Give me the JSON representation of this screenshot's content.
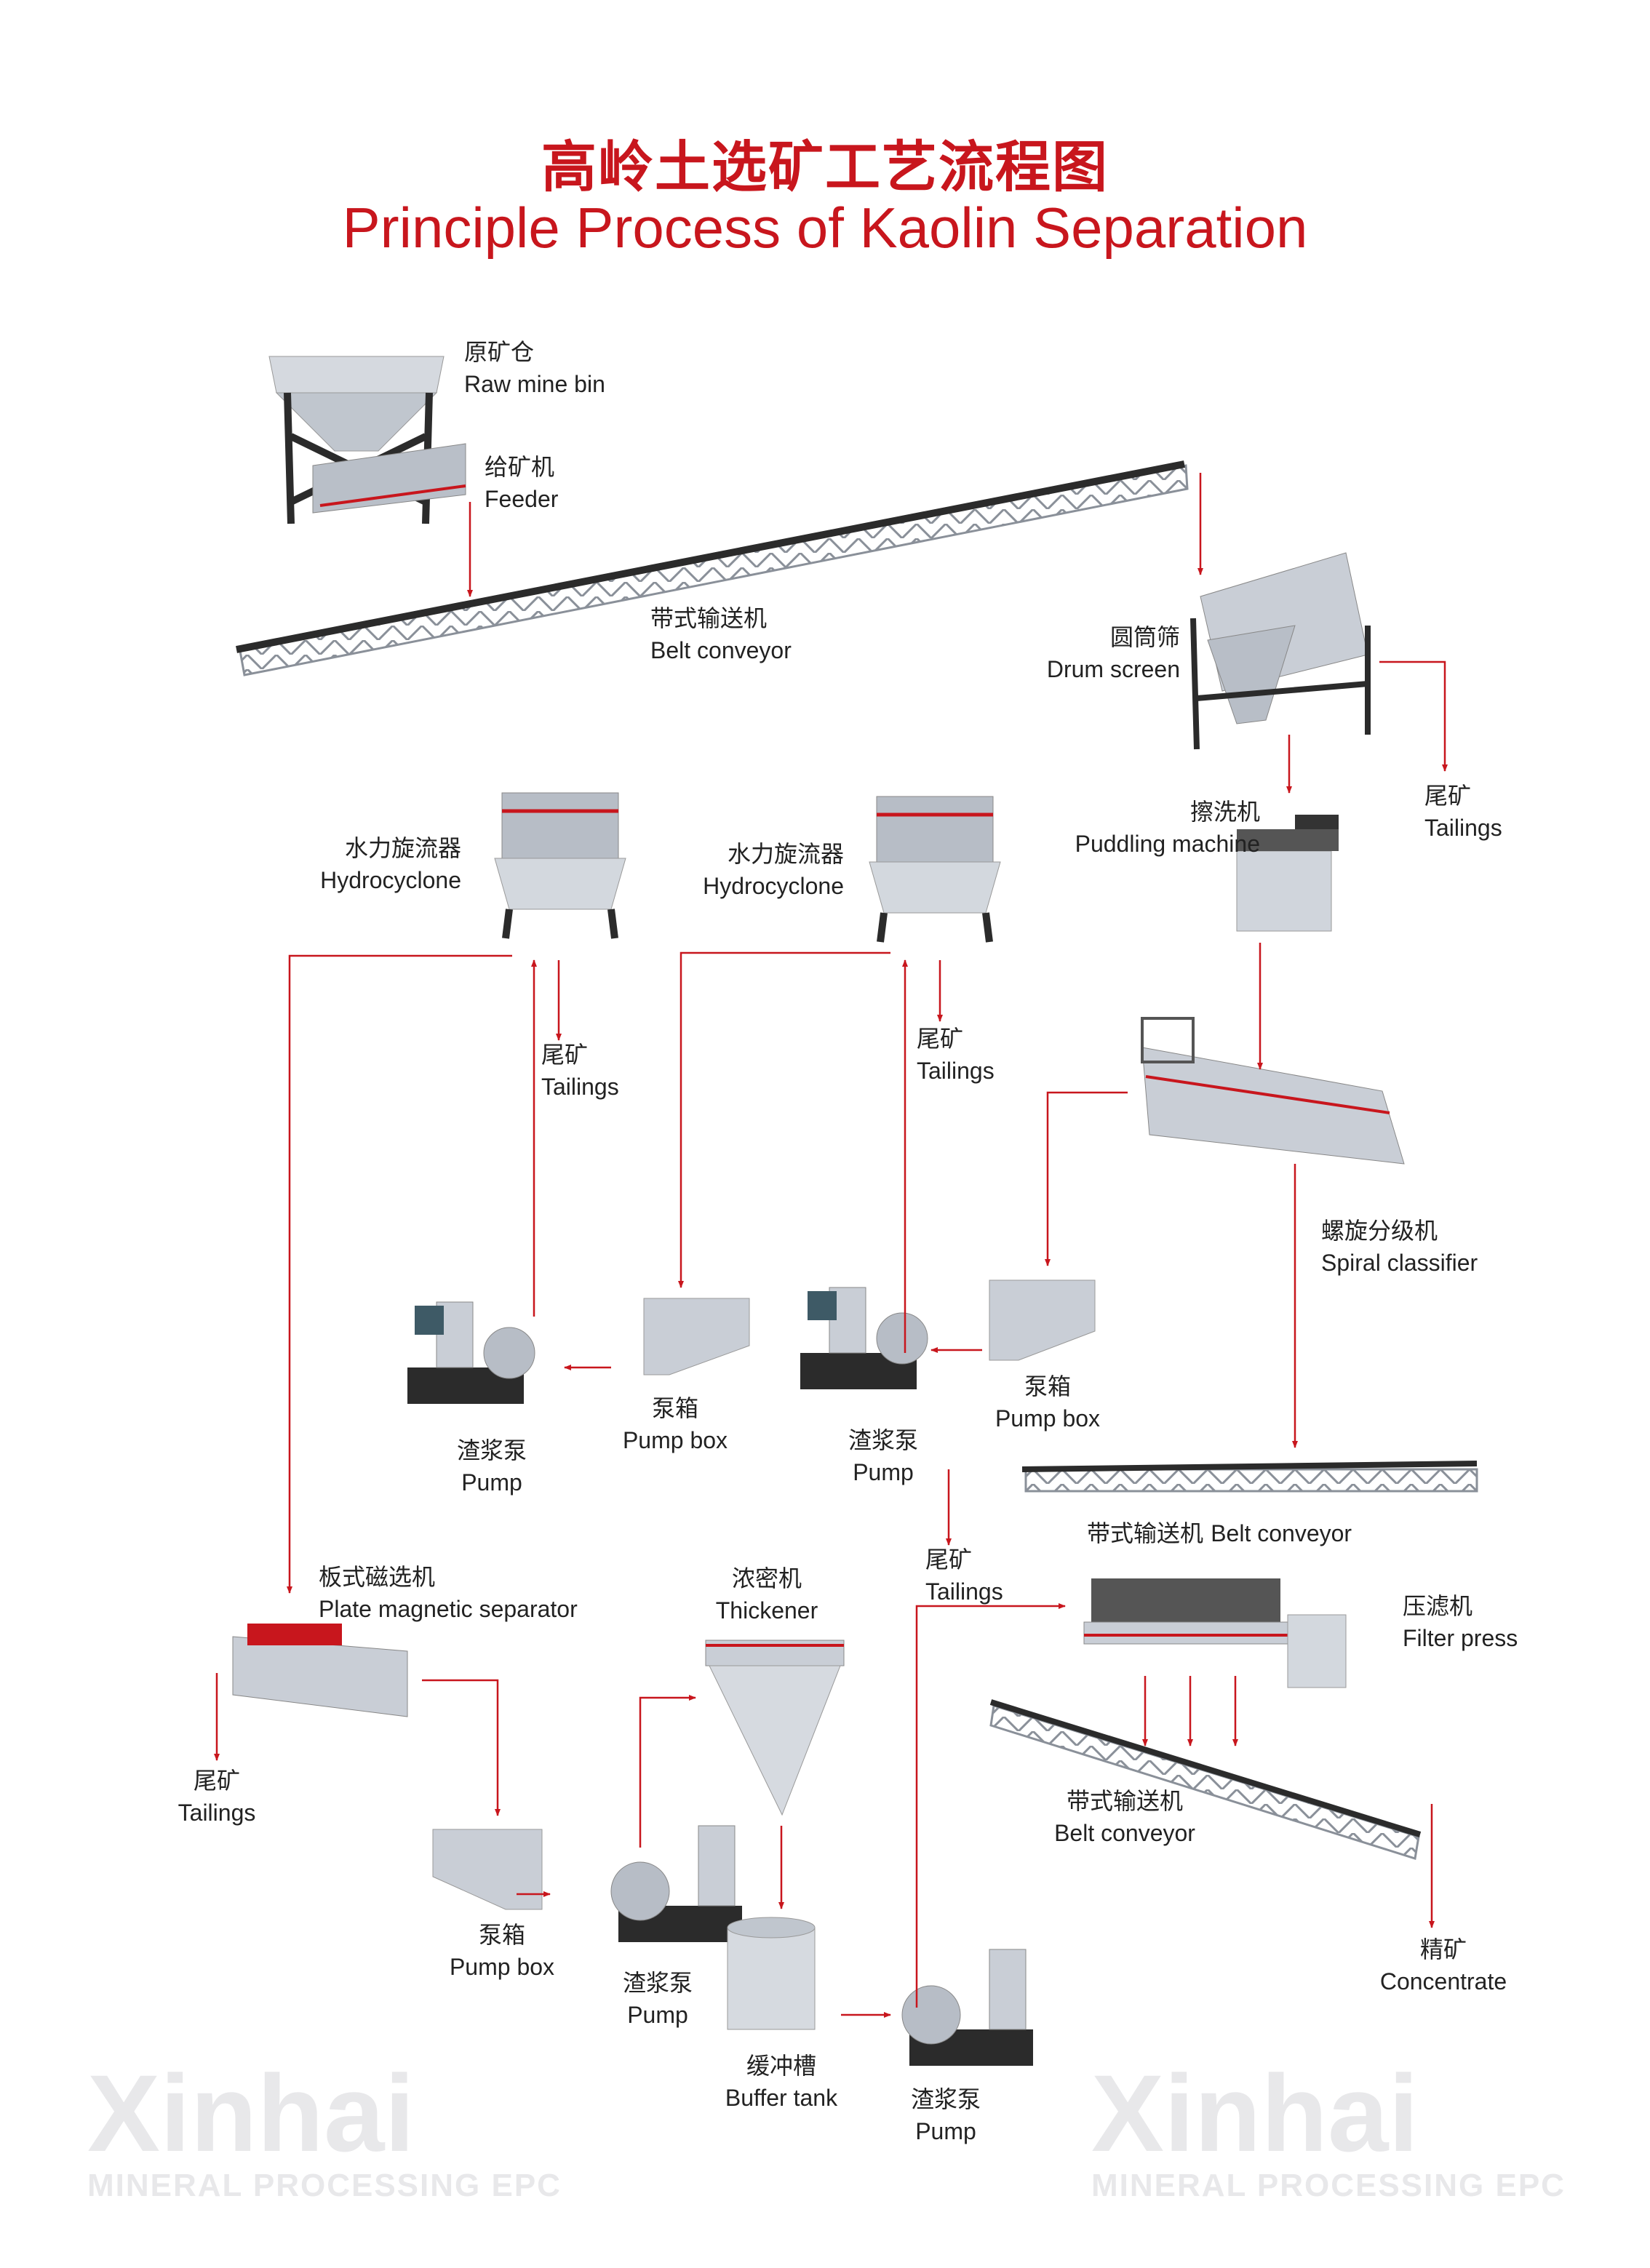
{
  "title": {
    "cn": "高岭土选矿工艺流程图",
    "en": "Principle Process of Kaolin Separation"
  },
  "watermark": {
    "brand": "Xinhai",
    "tagline": "MINERAL PROCESSING EPC"
  },
  "colors": {
    "accent": "#c8161d",
    "equipment": "#c9ced6",
    "frame": "#2b2b2b"
  },
  "labels": {
    "raw_mine_bin": {
      "cn": "原矿仓",
      "en": "Raw mine bin"
    },
    "feeder": {
      "cn": "给矿机",
      "en": "Feeder"
    },
    "belt_conveyor_1": {
      "cn": "带式输送机",
      "en": "Belt conveyor"
    },
    "drum_screen": {
      "cn": "圆筒筛",
      "en": "Drum screen"
    },
    "tailings_1": {
      "cn": "尾矿",
      "en": "Tailings"
    },
    "puddling_machine": {
      "cn": "擦洗机",
      "en": "Puddling machine"
    },
    "hydrocyclone_1": {
      "cn": "水力旋流器",
      "en": "Hydrocyclone"
    },
    "hydrocyclone_2": {
      "cn": "水力旋流器",
      "en": "Hydrocyclone"
    },
    "tailings_2": {
      "cn": "尾矿",
      "en": "Tailings"
    },
    "tailings_3": {
      "cn": "尾矿",
      "en": "Tailings"
    },
    "spiral_classifier": {
      "cn": "螺旋分级机",
      "en": "Spiral classifier"
    },
    "pump_box_1": {
      "cn": "泵箱",
      "en": "Pump box"
    },
    "pump_1": {
      "cn": "渣浆泵",
      "en": "Pump"
    },
    "pump_2": {
      "cn": "渣浆泵",
      "en": "Pump"
    },
    "pump_box_2": {
      "cn": "泵箱",
      "en": "Pump box"
    },
    "belt_conveyor_2": {
      "cn": "带式输送机",
      "en": "Belt conveyor"
    },
    "tailings_4": {
      "cn": "尾矿",
      "en": "Tailings"
    },
    "plate_magnetic_separator": {
      "cn": "板式磁选机",
      "en": "Plate magnetic separator"
    },
    "thickener": {
      "cn": "浓密机",
      "en": "Thickener"
    },
    "filter_press": {
      "cn": "压滤机",
      "en": "Filter press"
    },
    "tailings_5": {
      "cn": "尾矿",
      "en": "Tailings"
    },
    "belt_conveyor_3": {
      "cn": "带式输送机",
      "en": "Belt conveyor"
    },
    "pump_box_3": {
      "cn": "泵箱",
      "en": "Pump box"
    },
    "pump_3": {
      "cn": "渣浆泵",
      "en": "Pump"
    },
    "concentrate": {
      "cn": "精矿",
      "en": "Concentrate"
    },
    "buffer_tank": {
      "cn": "缓冲槽",
      "en": "Buffer tank"
    },
    "pump_4": {
      "cn": "渣浆泵",
      "en": "Pump"
    }
  }
}
